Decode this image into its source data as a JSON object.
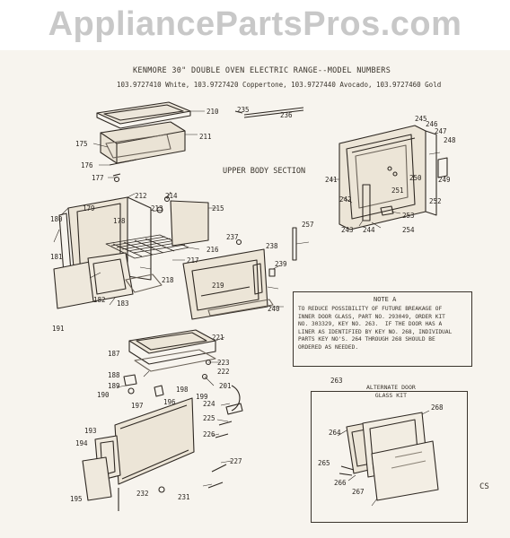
{
  "watermark": "AppliancePartsPros.com",
  "header": {
    "title": "KENMORE 30\" DOUBLE OVEN ELECTRIC RANGE--MODEL NUMBERS",
    "models": "103.9727410 White, 103.9727420 Coppertone, 103.9727440 Avocado, 103.9727460 Gold"
  },
  "section_label": "UPPER BODY SECTION",
  "note": {
    "heading": "NOTE A",
    "body": "TO REDUCE POSSIBILITY OF FUTURE BREAKAGE OF\nINNER DOOR GLASS, PART NO. 293049, ORDER KIT\nNO. 303329, KEY NO. 263.  IF THE DOOR HAS A\nLINER AS IDENTIFIED BY KEY NO. 268, INDIVIDUAL\nPARTS KEY NO'S. 264 THROUGH 268 SHOULD BE\nORDERED AS NEEDED."
  },
  "alt_kit": {
    "title": "ALTERNATE DOOR\nGLASS KIT"
  },
  "page_code": "CS",
  "part_numbers": [
    "175",
    "176",
    "177",
    "178",
    "179",
    "180",
    "181",
    "182",
    "183",
    "187",
    "188",
    "189",
    "190",
    "191",
    "193",
    "194",
    "195",
    "196",
    "197",
    "198",
    "199",
    "201",
    "210",
    "211",
    "212",
    "213",
    "214",
    "215",
    "216",
    "217",
    "218",
    "219",
    "221",
    "222",
    "223",
    "224",
    "225",
    "226",
    "227",
    "231",
    "232",
    "235",
    "236",
    "237",
    "238",
    "239",
    "240",
    "241",
    "242",
    "243",
    "244",
    "245",
    "246",
    "247",
    "248",
    "249",
    "250",
    "251",
    "252",
    "253",
    "254",
    "257",
    "263",
    "264",
    "265",
    "266",
    "267",
    "268"
  ]
}
